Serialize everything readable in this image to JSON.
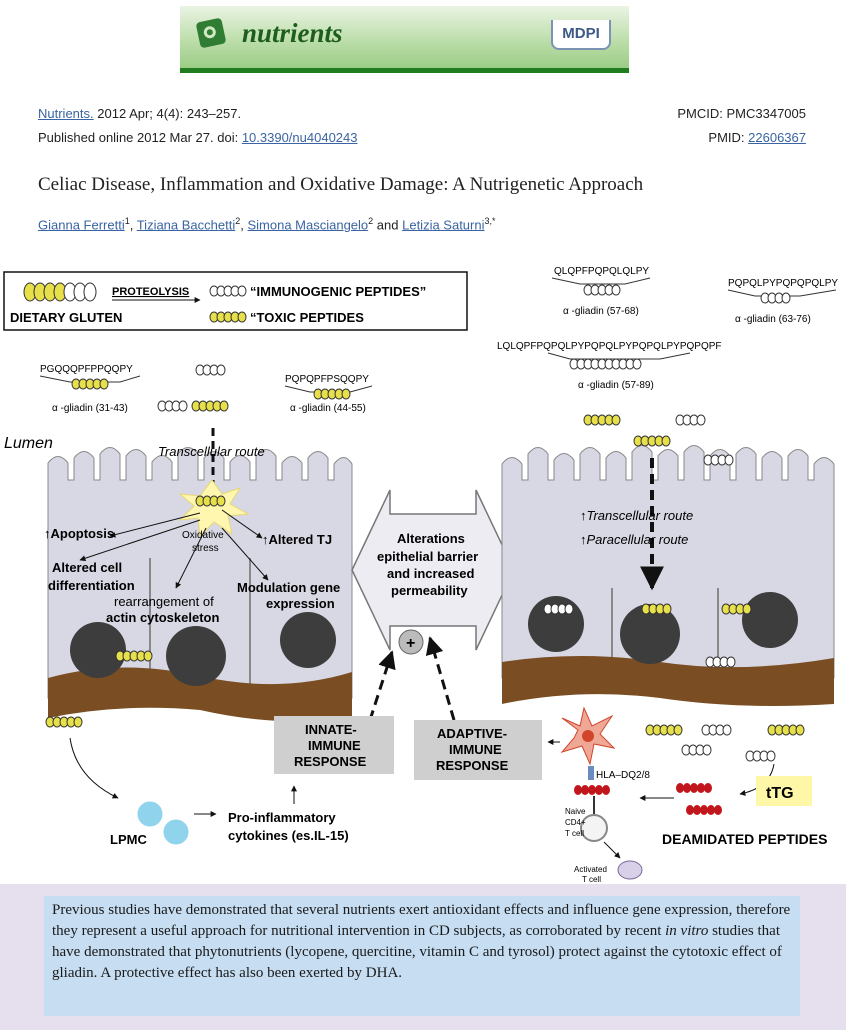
{
  "header": {
    "journal_name": "nutrients",
    "publisher_logo": "MDPI",
    "citation_journal": "Nutrients.",
    "citation_issue": " 2012 Apr; 4(4): 243–257.",
    "published_prefix": "Published online 2012 Mar 27. doi: ",
    "doi": "10.3390/nu4040243",
    "pmcid": "PMCID: PMC3347005",
    "pmid_label": "PMID: ",
    "pmid": "22606367"
  },
  "article": {
    "title": "Celiac Disease, Inflammation and Oxidative Damage: A Nutrigenetic Approach",
    "authors": [
      {
        "name": "Gianna Ferretti",
        "sup": "1"
      },
      {
        "name": "Tiziana Bacchetti",
        "sup": "2"
      },
      {
        "name": "Simona Masciangelo",
        "sup": "2"
      },
      {
        "name": "Letizia Saturni",
        "sup": "3,*"
      }
    ],
    "authors_sep": ", ",
    "authors_and": " and "
  },
  "figure": {
    "legend_proteolysis": "PROTEOLYSIS",
    "legend_immunogenic": "“IMMUNOGENIC PEPTIDES”",
    "legend_toxic": "“TOXIC PEPTIDES",
    "legend_gluten": "DIETARY GLUTEN",
    "pep1_seq": "PGQQQPFPPQQPY",
    "pep1_label": "α -gliadin (31-43)",
    "pep2_seq": "PQPQPFPSQQPY",
    "pep2_label": "α -gliadin (44-55)",
    "pep3_seq": "QLQPFPQPQLQLPY",
    "pep3_label": "α -gliadin (57-68)",
    "pep4_seq": "PQPQLPYPQPQPQLPY",
    "pep4_label": "α -gliadin (63-76)",
    "pep5_seq": "LQLQPFPQPQLPYPQPQLPYPQPQLPYPQPQPF",
    "pep5_label": "α -gliadin (57-89)",
    "lumen": "Lumen",
    "transcellular_left": "Transcellular route",
    "apoptosis": "↑Apoptosis",
    "oxidative_1": "Oxidative",
    "oxidative_2": "stress",
    "altered_tj": "↑Altered TJ",
    "altered_cell_1": "Altered cell",
    "altered_cell_2": "differentiation",
    "rearr_1": "rearrangement of",
    "rearr_2": "actin cytoskeleton",
    "modulation_1": "Modulation gene",
    "modulation_2": "expression",
    "barrier_1": "Alterations",
    "barrier_2": "epithelial barrier",
    "barrier_3": "and increased",
    "barrier_4": "permeability",
    "transcellular_right": "↑Transcellular route",
    "paracellular_right": "↑Paracellular route",
    "plus": "+",
    "innate_1": "INNATE-",
    "innate_2": "IMMUNE",
    "innate_3": "RESPONSE",
    "adaptive_1": "ADAPTIVE-",
    "adaptive_2": "IMMUNE",
    "adaptive_3": "RESPONSE",
    "hla": "HLA–DQ2/8",
    "ttg": "tTG",
    "naive_1": "Naive",
    "naive_2": "CD4+",
    "naive_3": "T cell",
    "activated_1": "Activated",
    "activated_2": "T cell",
    "deamidated": "DEAMIDATED PEPTIDES",
    "lpmc": "LPMC",
    "cytokines_1": "Pro-inflammatory",
    "cytokines_2": "cytokines (es.IL-15)",
    "colors": {
      "toxic_peptide": "#e8e04a",
      "immunogenic_peptide": "#ffffff",
      "deamidated_peptide": "#c0161c",
      "epithelium": "#d8d8e4",
      "nucleus": "#3d3d3d",
      "lamina": "#7a4e22",
      "response_box": "#cfcfcf",
      "ttg_box": "#fff7a8",
      "lpmc_cell": "#8fd4ec"
    }
  },
  "quote": {
    "part1": "Previous studies have demonstrated that several nutrients exert antioxidant effects and influence gene expression, therefore they represent a useful approach for nutritional intervention in CD subjects, as corroborated by recent ",
    "italic": "in vitro",
    "part2": " studies that have demonstrated that phytonutrients (lycopene, quercitine, vitamin C and tyrosol) protect against the cytotoxic effect of gliadin. A protective effect has also been exerted by DHA."
  }
}
